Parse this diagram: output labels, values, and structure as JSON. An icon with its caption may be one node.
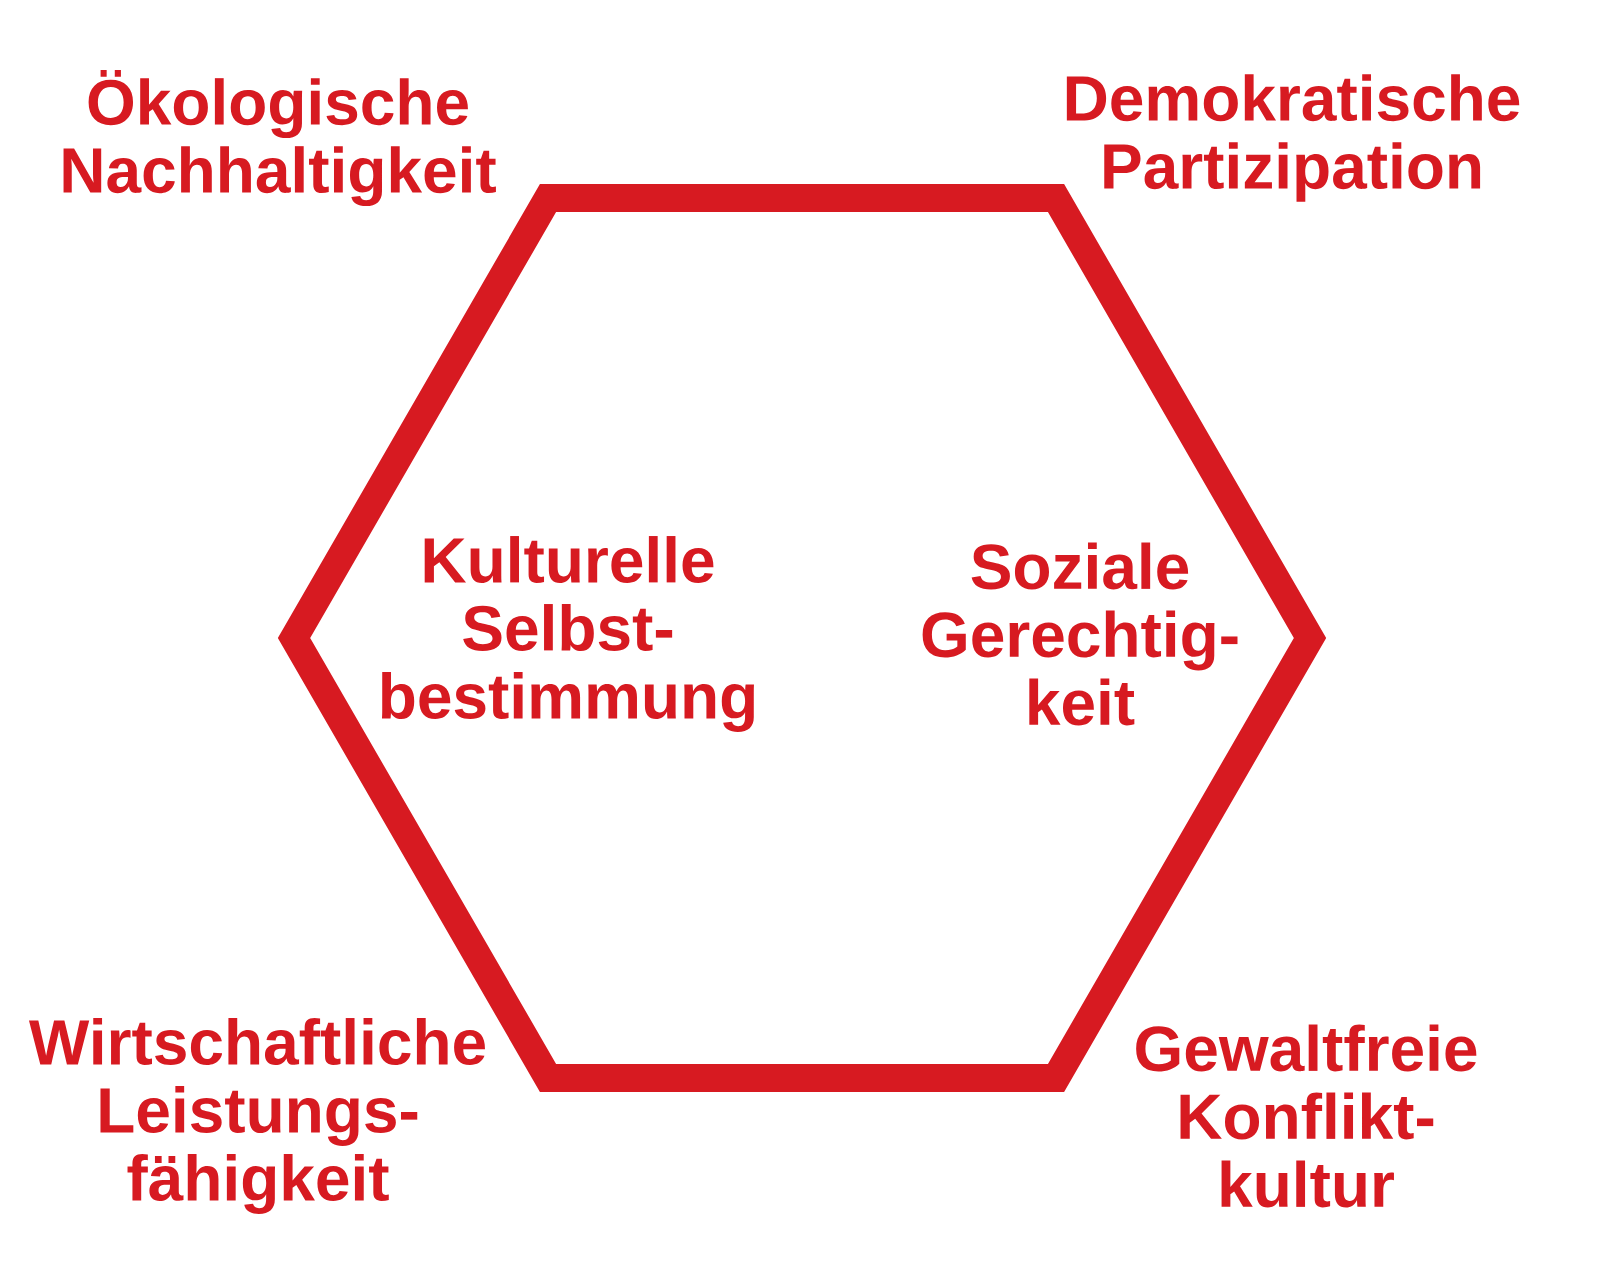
{
  "diagram": {
    "nodes": [
      {
        "text": [
          "Kulturelle Selbst- bestimmung",
          "Soziale Gerechtig- keit"
        ],
        "beside": [
          "Ökologische Nachhaltigkeit",
          "Demokratische Partizipation",
          "Wirtschaftliche Leistungs- fähigkeit",
          "Gewaltfreie Konflikt- kultur"
        ]
      }
    ]
  }
}
